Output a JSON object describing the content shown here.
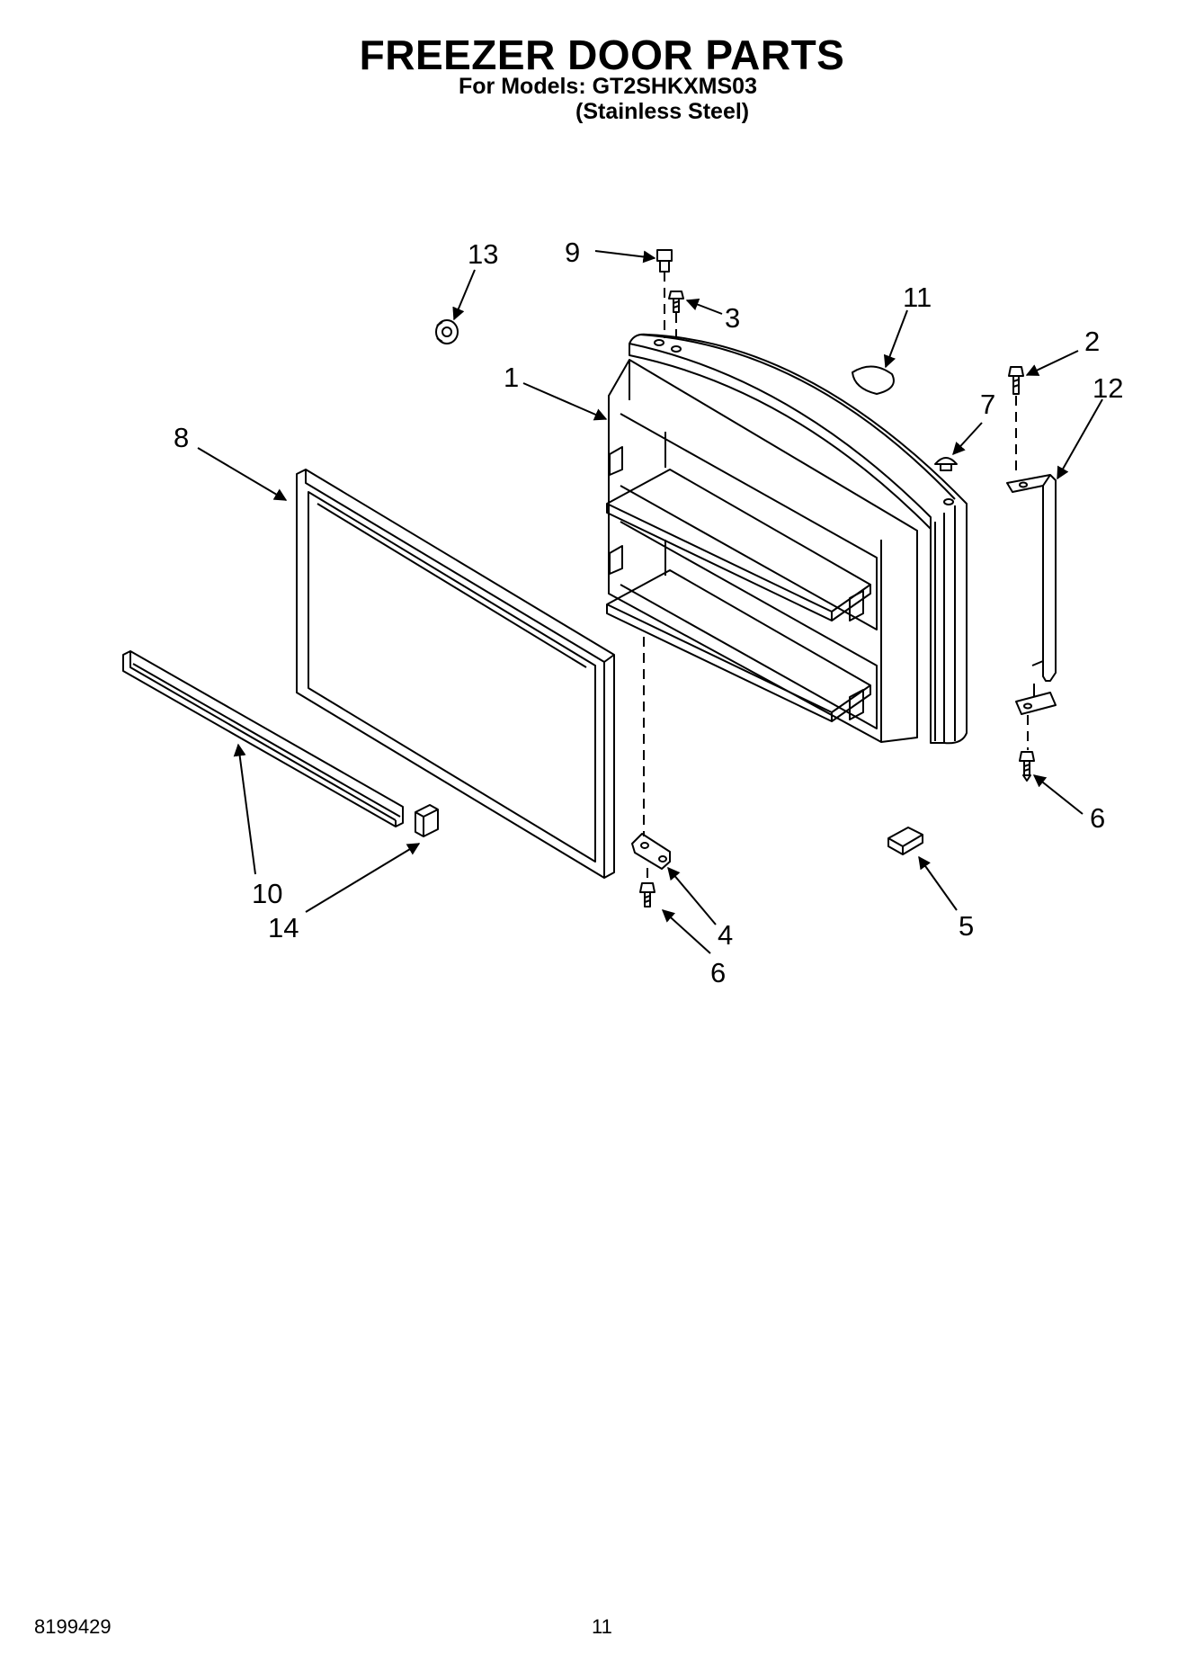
{
  "header": {
    "title": "FREEZER DOOR PARTS",
    "models_line": "For Models: GT2SHKXMS03",
    "finish_line": "(Stainless Steel)"
  },
  "callouts": [
    "1",
    "2",
    "3",
    "4",
    "5",
    "6",
    "6",
    "7",
    "8",
    "9",
    "10",
    "11",
    "12",
    "13",
    "14"
  ],
  "footer": {
    "part_number": "8199429",
    "page_number": "11"
  }
}
